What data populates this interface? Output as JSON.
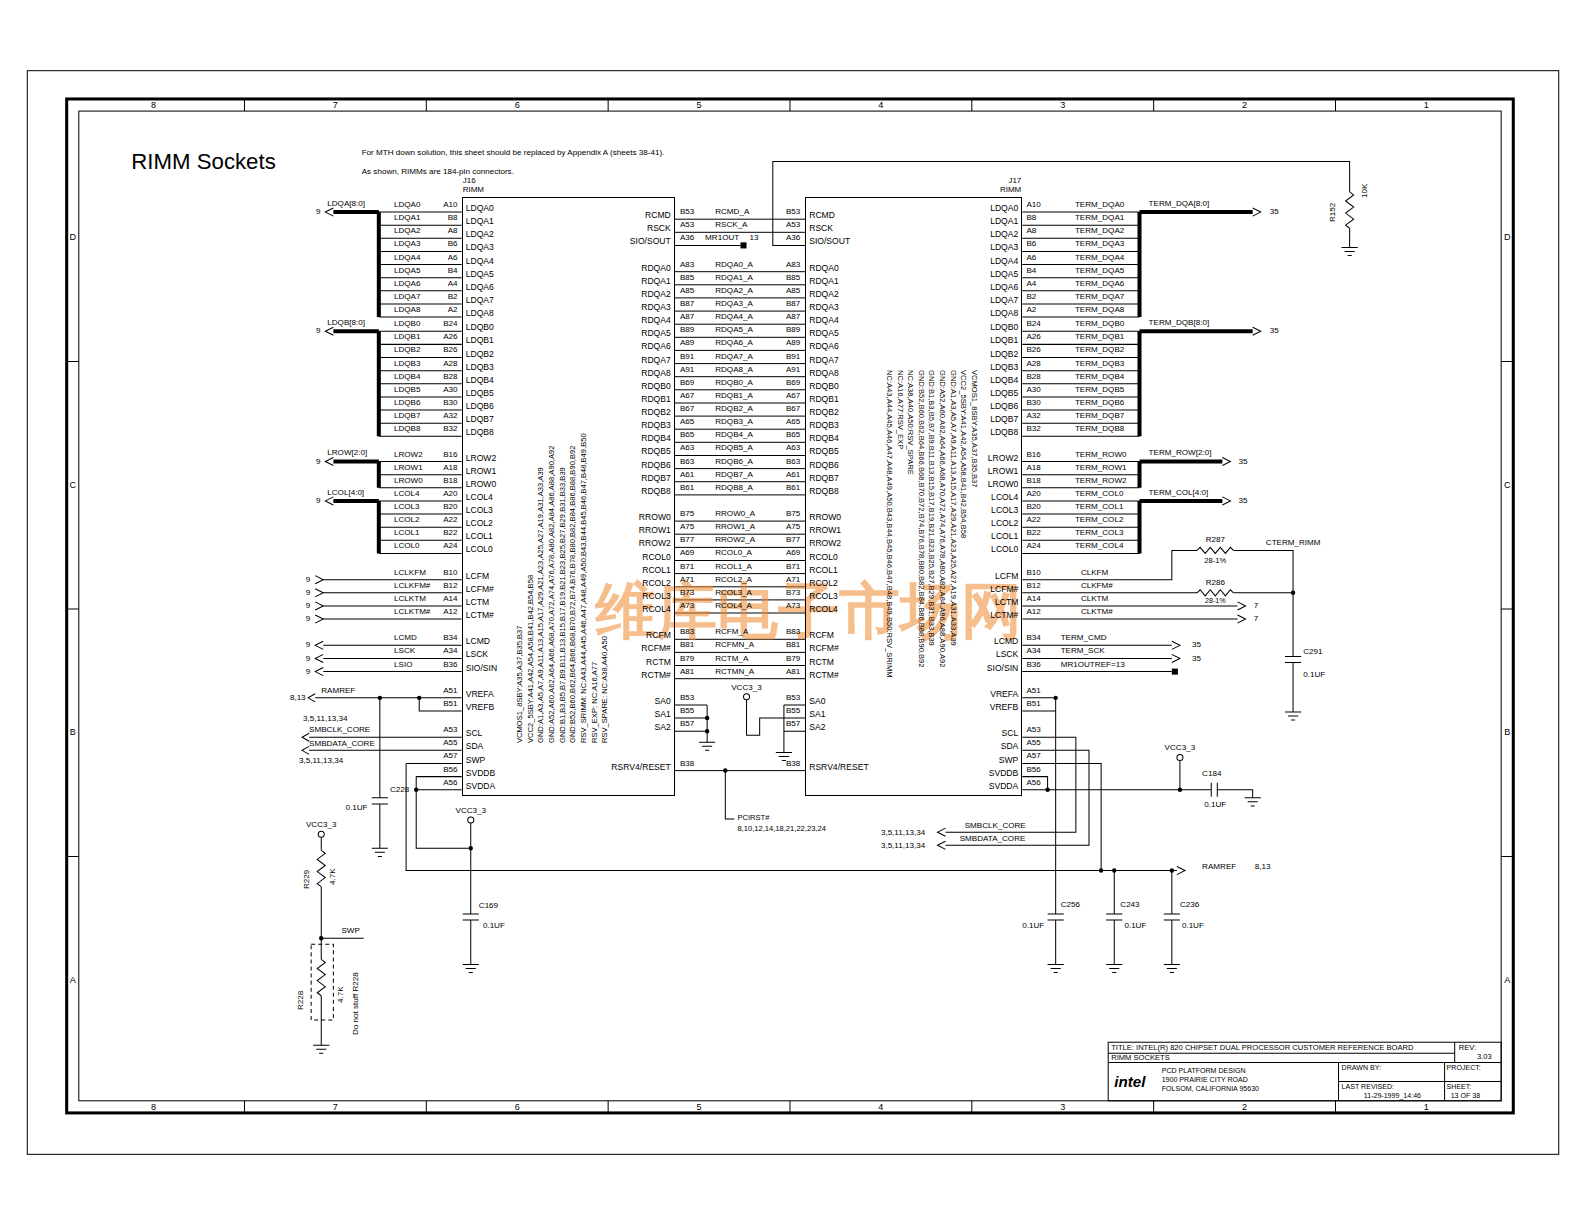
{
  "diagram": {
    "title": "RIMM Sockets",
    "nodes": [
      {
        "text": [
          "J16",
          "RIMM"
        ]
      },
      {
        "text": [
          "J17",
          "RIMM"
        ]
      }
    ],
    "edges": [
      {
        "from": 0,
        "to": 1,
        "arrow": "none",
        "label": "RCMD_A"
      },
      {
        "from": 0,
        "to": 1,
        "arrow": "none",
        "label": "RSCK_A"
      },
      {
        "from": 0,
        "to": 1,
        "arrow": "none",
        "label": "RDQA0_A"
      },
      {
        "from": 0,
        "to": 1,
        "arrow": "none",
        "label": "RDQA1_A"
      },
      {
        "from": 0,
        "to": 1,
        "arrow": "none",
        "label": "RDQA2_A"
      },
      {
        "from": 0,
        "to": 1,
        "arrow": "none",
        "label": "RDQA3_A"
      },
      {
        "from": 0,
        "to": 1,
        "arrow": "none",
        "label": "RDQA4_A"
      },
      {
        "from": 0,
        "to": 1,
        "arrow": "none",
        "label": "RDQA5_A"
      },
      {
        "from": 0,
        "to": 1,
        "arrow": "none",
        "label": "RDQA6_A"
      },
      {
        "from": 0,
        "to": 1,
        "arrow": "none",
        "label": "RDQA7_A"
      },
      {
        "from": 0,
        "to": 1,
        "arrow": "none",
        "label": "RDQA8_A"
      },
      {
        "from": 0,
        "to": 1,
        "arrow": "none",
        "label": "RDQB0_A"
      },
      {
        "from": 0,
        "to": 1,
        "arrow": "none",
        "label": "RDQB1_A"
      },
      {
        "from": 0,
        "to": 1,
        "arrow": "none",
        "label": "RDQB2_A"
      },
      {
        "from": 0,
        "to": 1,
        "arrow": "none",
        "label": "RDQB3_A"
      },
      {
        "from": 0,
        "to": 1,
        "arrow": "none",
        "label": "RDQB4_A"
      },
      {
        "from": 0,
        "to": 1,
        "arrow": "none",
        "label": "RDQB5_A"
      },
      {
        "from": 0,
        "to": 1,
        "arrow": "none",
        "label": "RDQB6_A"
      },
      {
        "from": 0,
        "to": 1,
        "arrow": "none",
        "label": "RDQB7_A"
      },
      {
        "from": 0,
        "to": 1,
        "arrow": "none",
        "label": "RDQB8_A"
      },
      {
        "from": 0,
        "to": 1,
        "arrow": "none",
        "label": "RROW0_A"
      },
      {
        "from": 0,
        "to": 1,
        "arrow": "none",
        "label": "RROW1_A"
      },
      {
        "from": 0,
        "to": 1,
        "arrow": "none",
        "label": "RROW2_A"
      },
      {
        "from": 0,
        "to": 1,
        "arrow": "none",
        "label": "RCOL0_A"
      },
      {
        "from": 0,
        "to": 1,
        "arrow": "none",
        "label": "RCOL1_A"
      },
      {
        "from": 0,
        "to": 1,
        "arrow": "none",
        "label": "RCOL2_A"
      },
      {
        "from": 0,
        "to": 1,
        "arrow": "none",
        "label": "RCOL3_A"
      },
      {
        "from": 0,
        "to": 1,
        "arrow": "none",
        "label": "RCOL4_A"
      },
      {
        "from": 0,
        "to": 1,
        "arrow": "none",
        "label": "RCFM_A"
      },
      {
        "from": 0,
        "to": 1,
        "arrow": "none",
        "label": "RCFMN_A"
      },
      {
        "from": 0,
        "to": 1,
        "arrow": "none",
        "label": "RCTM_A"
      },
      {
        "from": 0,
        "to": 1,
        "arrow": "none",
        "label": "RCTMN_A"
      },
      {
        "from": 0,
        "to": 1,
        "arrow": "none"
      }
    ],
    "labels": [
      "For MTH down solution, this sheet should be replaced by Appendix A (sheets 38-41).",
      "As shown, RIMMs are 184-pin connectors.",
      "8",
      "7",
      "6",
      "5",
      "4",
      "3",
      "2",
      "1",
      "8",
      "7",
      "6",
      "5",
      "4",
      "3",
      "2",
      "1",
      "D",
      "C",
      "B",
      "A",
      "D",
      "C",
      "B",
      "A",
      "LDQA0",
      "LDQA1",
      "LDQA2",
      "LDQA3",
      "LDQA4",
      "LDQA5",
      "LDQA6",
      "LDQA7",
      "LDQA8",
      "LDQB0",
      "LDQB1",
      "LDQB2",
      "LDQB3",
      "LDQB4",
      "LDQB5",
      "LDQB6",
      "LDQB7",
      "LDQB8",
      "LROW2",
      "LROW1",
      "LROW0",
      "LCOL4",
      "LCOL3",
      "LCOL2",
      "LCOL1",
      "LCOL0",
      "LCFM",
      "LCFM#",
      "LCTM",
      "LCTM#",
      "LCMD",
      "LSCK",
      "SIO/SIN",
      "VREFA",
      "VREFB",
      "SCL",
      "SDA",
      "SWP",
      "SVDDB",
      "SVDDA",
      "A10",
      "B8",
      "A8",
      "B6",
      "A6",
      "B4",
      "A4",
      "B2",
      "A2",
      "B24",
      "A26",
      "B26",
      "A28",
      "B28",
      "A30",
      "B30",
      "A32",
      "B32",
      "B16",
      "A18",
      "B18",
      "A20",
      "B20",
      "A22",
      "B22",
      "A24",
      "B10",
      "B12",
      "A14",
      "A12",
      "B34",
      "A34",
      "B36",
      "A51",
      "B51",
      "A53",
      "A55",
      "A57",
      "B56",
      "A56",
      "LDQA0",
      "LDQA1",
      "LDQA2",
      "LDQA3",
      "LDQA4",
      "LDQA5",
      "LDQA6",
      "LDQA7",
      "LDQA8",
      "LDQB0",
      "LDQB1",
      "LDQB2",
      "LDQB3",
      "LDQB4",
      "LDQB5",
      "LDQB6",
      "LDQB7",
      "LDQB8",
      "LROW2",
      "LROW1",
      "LROW0",
      "LCOL4",
      "LCOL3",
      "LCOL2",
      "LCOL1",
      "LCOL0",
      "LCLKFM",
      "LCLKFM#",
      "LCLKTM",
      "LCLKTM#",
      "LCMD",
      "LSCK",
      "LSIO",
      "LDQA[8:0]",
      "9",
      "LDQB[8:0]",
      "9",
      "LROW[2:0]",
      "9",
      "LCOL[4:0]",
      "9",
      "9",
      "9",
      "9",
      "9",
      "9",
      "9",
      "9",
      "RAMREF",
      "8,13",
      "3,5,11,13,34",
      "SMBCLK_CORE",
      "SMBDATA_CORE",
      "3,5,11,13,34",
      "C228",
      "0.1UF",
      "VCC3_3",
      "C169",
      "0.1UF",
      "VCC3_3",
      "R229",
      "4.7K",
      "SWP",
      "R228",
      "4.7K",
      "Do not stuff R228",
      "RCMD",
      "RSCK",
      "SIO/SOUT",
      "RDQA0",
      "RDQA1",
      "RDQA2",
      "RDQA3",
      "RDQA4",
      "RDQA5",
      "RDQA6",
      "RDQA7",
      "RDQA8",
      "RDQB0",
      "RDQB1",
      "RDQB2",
      "RDQB3",
      "RDQB4",
      "RDQB5",
      "RDQB6",
      "RDQB7",
      "RDQB8",
      "RROW0",
      "RROW1",
      "RROW2",
      "RCOL0",
      "RCOL1",
      "RCOL2",
      "RCOL3",
      "RCOL4",
      "RCFM",
      "RCFM#",
      "RCTM",
      "RCTM#",
      "SA0",
      "SA1",
      "SA2",
      "RSRV4/RESET",
      "B53",
      "A53",
      "A36",
      "A83",
      "B85",
      "A85",
      "B87",
      "A87",
      "B89",
      "A89",
      "B91",
      "A91",
      "B69",
      "A67",
      "B67",
      "A65",
      "B65",
      "A63",
      "B63",
      "A61",
      "B61",
      "B75",
      "A75",
      "B77",
      "A69",
      "B71",
      "A71",
      "B73",
      "A73",
      "B83",
      "B81",
      "B79",
      "A81",
      "B53",
      "B55",
      "B57",
      "B38",
      "MR1OUT",
      "13",
      "B53",
      "A53",
      "A36",
      "A83",
      "B85",
      "A85",
      "B87",
      "A87",
      "B89",
      "A89",
      "B91",
      "A91",
      "B69",
      "A67",
      "B67",
      "A65",
      "B65",
      "A63",
      "B63",
      "A61",
      "B61",
      "B75",
      "A75",
      "B77",
      "A69",
      "B71",
      "A71",
      "B73",
      "A73",
      "B83",
      "B81",
      "B79",
      "A81",
      "B53",
      "B55",
      "B57",
      "B38",
      "RCMD",
      "RSCK",
      "SIO/SOUT",
      "RDQA0",
      "RDQA1",
      "RDQA2",
      "RDQA3",
      "RDQA4",
      "RDQA5",
      "RDQA6",
      "RDQA7",
      "RDQA8",
      "RDQB0",
      "RDQB1",
      "RDQB2",
      "RDQB3",
      "RDQB4",
      "RDQB5",
      "RDQB6",
      "RDQB7",
      "RDQB8",
      "RROW0",
      "RROW1",
      "RROW2",
      "RCOL0",
      "RCOL1",
      "RCOL2",
      "RCOL3",
      "RCOL4",
      "RCFM",
      "RCFM#",
      "RCTM",
      "RCTM#",
      "SA0",
      "SA1",
      "SA2",
      "RSRV4/RESET",
      "VCC3_3",
      "PCIRST#",
      "8,10,12,14,18,21,22,23,24",
      "VCMOS1_8SBY:A35,A37,B35,B37",
      "VCC2_5SBY:A41,A42,A54,A58,B41,B42,B54,B58",
      "GND:A1,A3,A5,A7,A9,A11,A13,A15,A17,A29,A21,A23,A25,A27,A19,A31,A33,A39",
      "GND:A52,A60,A62,A64,A66,A68,A70,A72,A74,A76,A78,A80,A82,A84,A86,A88,A90,A92",
      "GND:B1,B3,B5,B7,B9,B11,B13,B15,B17,B19,B21,B23,B25,B27,B29,B31,B33,B39",
      "GND:B52,B60,B62,B64,B66,B68,B70,B72,B74,B76,B78,B80,B82,B84,B86,B88,B90,B92",
      "RSV_SRIMM: NC:A43,A44,A45,A46,A47,A48,A49,A50,B43,B44,B45,B46,B47,B48,B49,B50",
      "RSV_EXP: NC:A16,A77",
      "RSV_SPARE: NC:A38,A40,A50",
      "NC:A43,A44,A45,A46,A47,A48,A49,A50,B43,B44,B45,B46,B47,B48,B49,B50:RSV_SRIMM",
      "NC:A16,A77:RSV_EXP",
      "NC:A38,A40,A50:RSV_SPARE",
      "GND:B52,B60,B62,B64,B66,B68,B70,B72,B74,B76,B78,B80,B82,B84,B86,B88,B90,B92",
      "GND:B1,B3,B5,B7,B9,B11,B13,B15,B17,B19,B21,B23,B25,B27,B29,B31,B33,B39",
      "GND:A52,A60,A62,A64,A66,A68,A70,A72,A74,A76,A78,A80,A82,A84,A86,A88,A90,A92",
      "GND:A1,A3,A5,A7,A9,A11,A13,A15,A17,A29,A21,A23,A25,A27,A19,A31,A33,A39",
      "VCC2_5SBY:A41,A42,A54,A58,B41,B42,B54,B58",
      "VCMOS1_8SBY:A35,A37,B35,B37",
      "LDQA0",
      "LDQA1",
      "LDQA2",
      "LDQA3",
      "LDQA4",
      "LDQA5",
      "LDQA6",
      "LDQA7",
      "LDQA8",
      "LDQB0",
      "LDQB1",
      "LDQB2",
      "LDQB3",
      "LDQB4",
      "LDQB5",
      "LDQB6",
      "LDQB7",
      "LDQB8",
      "LROW2",
      "LROW1",
      "LROW0",
      "LCOL4",
      "LCOL3",
      "LCOL2",
      "LCOL1",
      "LCOL0",
      "LCFM",
      "LCFM#",
      "LCTM",
      "LCTM#",
      "LCMD",
      "LSCK",
      "SIO/SIN",
      "VREFA",
      "VREFB",
      "SCL",
      "SDA",
      "SWP",
      "SVDDB",
      "SVDDA",
      "A10",
      "B8",
      "A8",
      "B6",
      "A6",
      "B4",
      "A4",
      "B2",
      "A2",
      "B24",
      "A26",
      "B26",
      "A28",
      "B28",
      "A30",
      "B30",
      "A32",
      "B32",
      "B16",
      "A18",
      "B18",
      "A20",
      "B20",
      "A22",
      "B22",
      "A24",
      "B10",
      "B12",
      "A14",
      "A12",
      "B34",
      "A34",
      "B36",
      "A51",
      "B51",
      "A53",
      "A55",
      "A57",
      "B56",
      "A56",
      "TERM_DQA0",
      "TERM_DQA1",
      "TERM_DQA2",
      "TERM_DQA3",
      "TERM_DQA4",
      "TERM_DQA5",
      "TERM_DQA6",
      "TERM_DQA7",
      "TERM_DQA8",
      "TERM_DQB0",
      "TERM_DQB1",
      "TERM_DQB2",
      "TERM_DQB3",
      "TERM_DQB4",
      "TERM_DQB5",
      "TERM_DQB6",
      "TERM_DQB7",
      "TERM_DQB8",
      "TERM_ROW0",
      "TERM_ROW1",
      "TERM_ROW2",
      "TERM_COL0",
      "TERM_COL1",
      "TERM_COL2",
      "TERM_COL3",
      "TERM_COL4",
      "CLKFM",
      "CLKFM#",
      "CLKTM",
      "CLKTM#",
      "TERM_CMD",
      "TERM_SCK",
      "MR1OUTREF=13",
      "TERM_DQA[8:0]",
      "35",
      "TERM_DQB[8:0]",
      "35",
      "TERM_ROW[2:0]",
      "35",
      "TERM_COL[4:0]",
      "35",
      "R152",
      "10K",
      "R287",
      "28-1%",
      "CTERM_RIMM",
      "R286",
      "28-1%",
      "7",
      "7",
      "C291",
      "0.1UF",
      "35",
      "35",
      "VCC3_3",
      "C184",
      "0.1UF",
      "SMBCLK_CORE",
      "3,5,11,13,34",
      "SMBDATA_CORE",
      "3,5,11,13,34",
      "RAMREF",
      "8,13",
      "C256",
      "0.1UF",
      "C243",
      "0.1UF",
      "C236",
      "0.1UF",
      "TITLE: INTEL(R) 820 CHIPSET DUAL PROCESSOR CUSTOMER REFERENCE BOARD",
      "REV:",
      "3.03",
      "RIMM SOCKETS",
      "intel",
      "PCD PLATFORM DESIGN",
      "1900 PRAIRIE CITY ROAD",
      "FOLSOM, CALIFORNIA 95630",
      "DRAWN BY:",
      "PROJECT:",
      "LAST REVISED:",
      "11-29-1999_14:46",
      "SHEET:",
      "13 OF 38",
      "维库电子市场网"
    ]
  }
}
